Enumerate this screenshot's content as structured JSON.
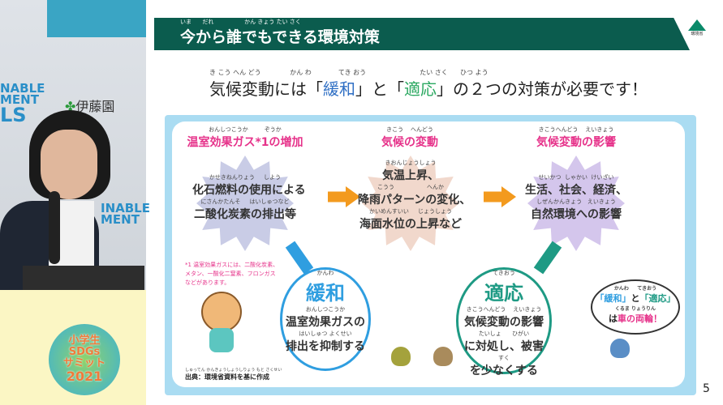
{
  "video": {
    "banner_left": [
      "NABLE",
      "MENT",
      "LS"
    ],
    "sponsor": "伊藤園",
    "banner_right": [
      "INABLE",
      "MENT"
    ],
    "event_logo": [
      "小学生",
      "SDGs",
      "サミット",
      "2021"
    ]
  },
  "slide": {
    "title": "今から誰でもできる環境対策",
    "title_ruby": "いま      だれ                 かん きょう たい さく",
    "ministry_label": "環境省",
    "subtitle": {
      "ruby": "き こう へん どう              かん わ             てき おう                          たい さく      ひつ よう",
      "pre": "気候変動には「",
      "kanwa": "緩和",
      "mid": "」と「",
      "tekiou": "適応",
      "post": "」の２つの対策が必要です！"
    },
    "columns": [
      {
        "heading": "温室効果ガス*1の増加",
        "heading_ruby": "おんしつこうか         ぞうか",
        "lines": [
          {
            "ruby": "かせきねんりょう     しよう",
            "text": "化石燃料の使用による"
          },
          {
            "ruby": "にさんかたんそ     はいしゅつなど",
            "text": "二酸化炭素の排出等"
          }
        ],
        "color": "#c9cce6"
      },
      {
        "heading": "気候の変動",
        "heading_ruby": "きこう    へんどう",
        "lines": [
          {
            "ruby": "きおんじょうしょう",
            "text": "気温上昇、"
          },
          {
            "ruby": "こうう                  へんか",
            "text": "降雨パターンの変化、"
          },
          {
            "ruby": "かいめんすいい     じょうしょう",
            "text": "海面水位の上昇など"
          }
        ],
        "color": "#f1d8cc"
      },
      {
        "heading": "気候変動の影響",
        "heading_ruby": "きこうへんどう    えいきょう",
        "lines": [
          {
            "ruby": "せいかつ  しゃかい  けいざい",
            "text": "生活、社会、経済、"
          },
          {
            "ruby": "しぜんかんきょう   えいきょう",
            "text": "自然環境への影響"
          }
        ],
        "color": "#d4c6ec"
      }
    ],
    "footnote": [
      "*1 温室効果ガスには、二酸化炭素、",
      "メタン、一酸化二窒素、フロンガス",
      "などがあります。"
    ],
    "mitigation": {
      "ruby": "かんわ",
      "title": "緩和",
      "lines": [
        {
          "ruby": "おんしつこうか",
          "text": "温室効果ガスの"
        },
        {
          "ruby": "はいしゅつ よくせい",
          "text": "排出を抑制する"
        }
      ],
      "color": "#2f9ee0"
    },
    "adaptation": {
      "ruby": "てきおう",
      "title": "適応",
      "lines": [
        {
          "ruby": "きこうへんどう    えいきょう",
          "text": "気候変動の影響"
        },
        {
          "ruby": "たいしょ      ひがい",
          "text": "に対処し、被害"
        },
        {
          "ruby": "すく",
          "text": "を少なくする"
        }
      ],
      "color": "#1e9a84"
    },
    "bubble": {
      "ruby": "かんわ     てきおう",
      "l1a": "「緩和」",
      "l1b": "と",
      "l1c": "「適応」",
      "ruby2": "くるま りょうりん",
      "l2a": "は",
      "l2b": "車の両輪！"
    },
    "source": {
      "ruby": "しゅってん かんきょうしょうしりょう もと さくせい",
      "text": "出典：環境省資料を基に作成"
    },
    "page_number": "5"
  }
}
